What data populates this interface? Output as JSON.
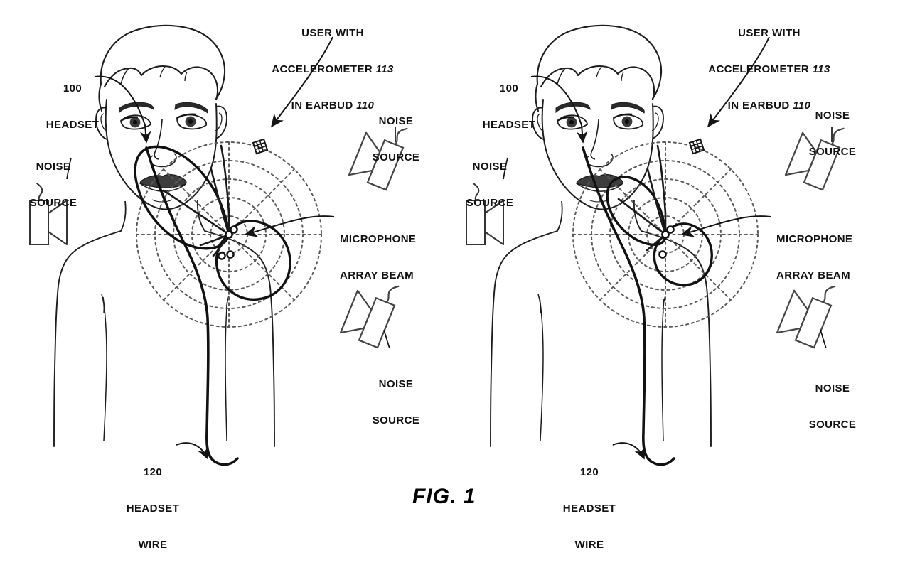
{
  "figure": {
    "caption": "FIG. 1",
    "panels": [
      {
        "id": "left-panel",
        "labels": {
          "headset_num": "100",
          "headset_text": "HEADSET",
          "user_line1": "USER WITH",
          "user_line2_pre": "ACCELEROMETER ",
          "user_line2_num": "113",
          "user_line3_pre": "IN EARBUD ",
          "user_line3_num": "110",
          "noise_left_line1": "NOISE",
          "noise_left_line2": "SOURCE",
          "noise_upper_right_line1": "NOISE",
          "noise_upper_right_line2": "SOURCE",
          "noise_lower_right_line1": "NOISE",
          "noise_lower_right_line2": "SOURCE",
          "mic_line1": "MICROPHONE",
          "mic_line2": "ARRAY BEAM",
          "wire_num": "120",
          "wire_line1": "HEADSET",
          "wire_line2": "WIRE"
        }
      },
      {
        "id": "right-panel",
        "labels": {
          "headset_num": "100",
          "headset_text": "HEADSET",
          "user_line1": "USER WITH",
          "user_line2_pre": "ACCELEROMETER ",
          "user_line2_num": "113",
          "user_line3_pre": "IN EARBUD ",
          "user_line3_num": "110",
          "noise_left_line1": "NOISE",
          "noise_left_line2": "SOURCE",
          "noise_upper_right_line1": "NOISE",
          "noise_upper_right_line2": "SOURCE",
          "noise_lower_right_line1": "NOISE",
          "noise_lower_right_line2": "SOURCE",
          "mic_line1": "MICROPHONE",
          "mic_line2": "ARRAY BEAM",
          "wire_num": "120",
          "wire_line1": "HEADSET",
          "wire_line2": "WIRE"
        }
      }
    ],
    "icons": {
      "noise_source": "speaker-icon",
      "earbud": "earbud-accelerometer-icon",
      "beam": "microphone-array-beam-polar-pattern",
      "grid": "polar-grid-dotted"
    },
    "colors": {
      "ink": "#1a1a1a",
      "line_light": "#4a4a4a",
      "grid": "#555555",
      "background": "#ffffff"
    }
  }
}
